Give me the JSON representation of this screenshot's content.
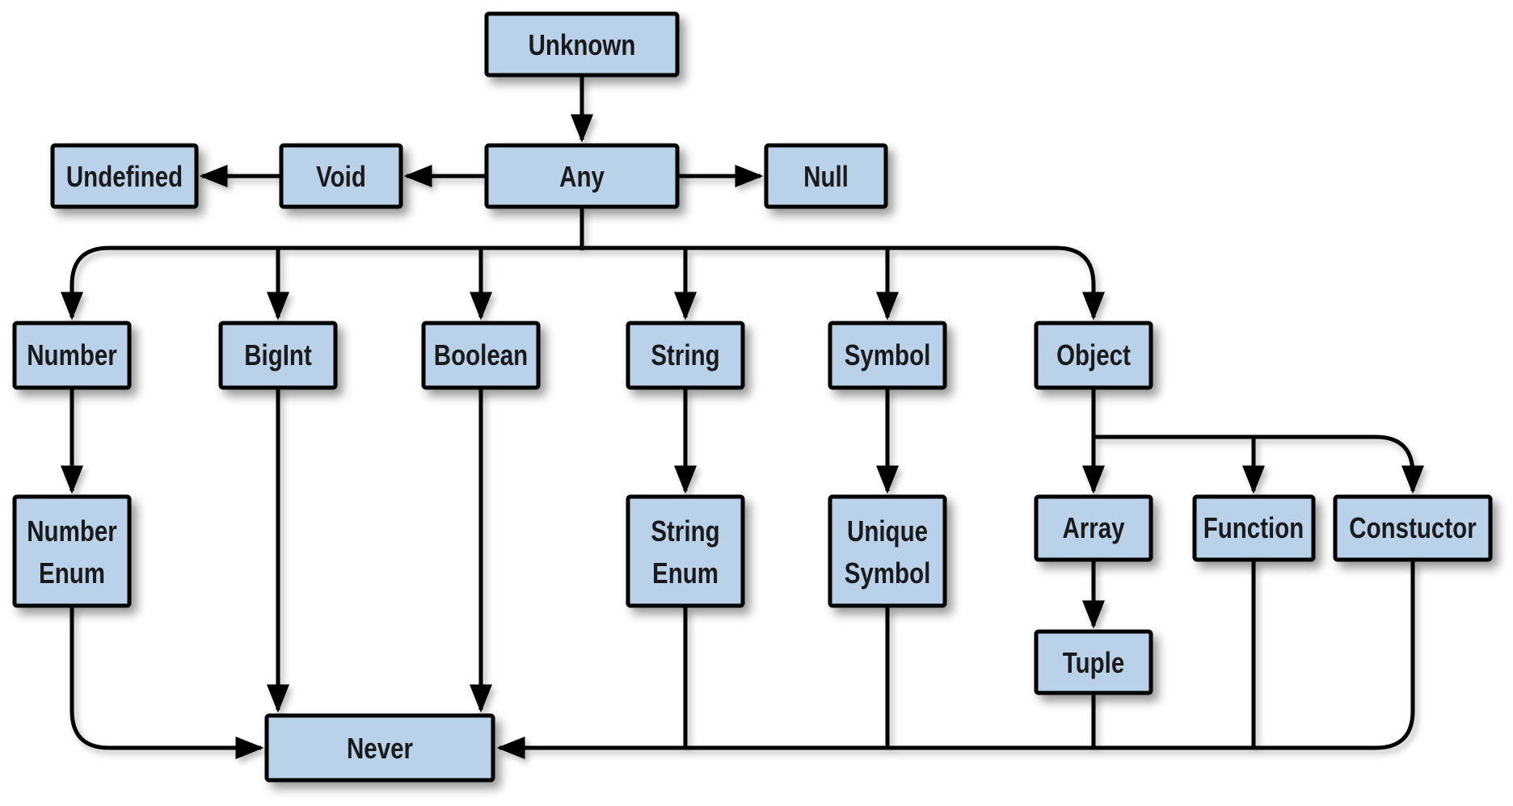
{
  "colors": {
    "background": "#ffffff",
    "node_fill": "#b9d2ea",
    "node_border": "#000000",
    "edge": "#000000",
    "text": "#1a1a1a"
  },
  "nodes": {
    "unknown": {
      "label": "Unknown"
    },
    "undefined": {
      "label": "Undefined"
    },
    "void": {
      "label": "Void"
    },
    "any": {
      "label": "Any"
    },
    "null": {
      "label": "Null"
    },
    "number": {
      "label": "Number"
    },
    "bigint": {
      "label": "BigInt"
    },
    "boolean": {
      "label": "Boolean"
    },
    "string": {
      "label": "String"
    },
    "symbol": {
      "label": "Symbol"
    },
    "object": {
      "label": "Object"
    },
    "number_enum": {
      "line1": "Number",
      "line2": "Enum"
    },
    "string_enum": {
      "line1": "String",
      "line2": "Enum"
    },
    "unique_symbol": {
      "line1": "Unique",
      "line2": "Symbol"
    },
    "array": {
      "label": "Array"
    },
    "function": {
      "label": "Function"
    },
    "constructor": {
      "label": "Constuctor"
    },
    "tuple": {
      "label": "Tuple"
    },
    "never": {
      "label": "Never"
    }
  },
  "edges": [
    {
      "from": "Unknown",
      "to": "Any"
    },
    {
      "from": "Any",
      "to": "Void"
    },
    {
      "from": "Void",
      "to": "Undefined"
    },
    {
      "from": "Any",
      "to": "Null"
    },
    {
      "from": "Any",
      "to": "Number"
    },
    {
      "from": "Any",
      "to": "BigInt"
    },
    {
      "from": "Any",
      "to": "Boolean"
    },
    {
      "from": "Any",
      "to": "String"
    },
    {
      "from": "Any",
      "to": "Symbol"
    },
    {
      "from": "Any",
      "to": "Object"
    },
    {
      "from": "Number",
      "to": "Number Enum"
    },
    {
      "from": "String",
      "to": "String Enum"
    },
    {
      "from": "Symbol",
      "to": "Unique Symbol"
    },
    {
      "from": "Object",
      "to": "Array"
    },
    {
      "from": "Object",
      "to": "Function"
    },
    {
      "from": "Object",
      "to": "Constuctor"
    },
    {
      "from": "Array",
      "to": "Tuple"
    },
    {
      "from": "Number Enum",
      "to": "Never"
    },
    {
      "from": "BigInt",
      "to": "Never"
    },
    {
      "from": "Boolean",
      "to": "Never"
    },
    {
      "from": "String Enum",
      "to": "Never"
    },
    {
      "from": "Unique Symbol",
      "to": "Never"
    },
    {
      "from": "Tuple",
      "to": "Never"
    },
    {
      "from": "Function",
      "to": "Never"
    },
    {
      "from": "Constuctor",
      "to": "Never"
    }
  ]
}
